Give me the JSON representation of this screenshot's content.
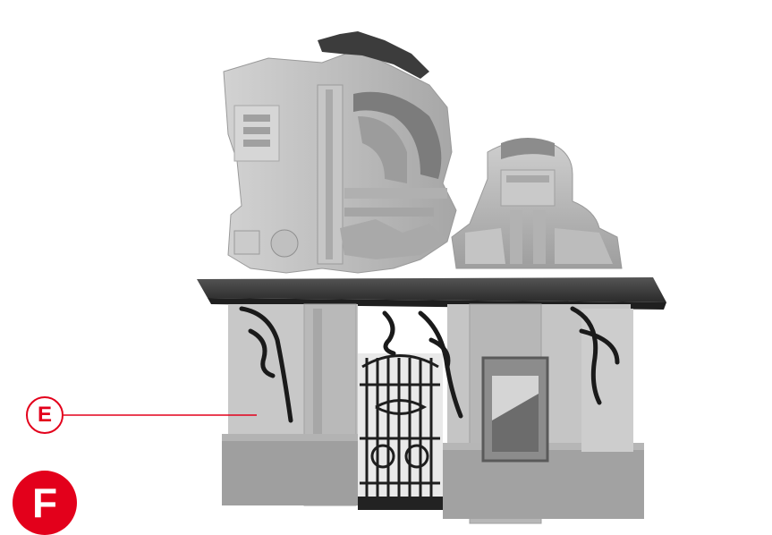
{
  "callouts": {
    "e": {
      "label": "E",
      "color": "#e3001b"
    },
    "f": {
      "label": "F",
      "color": "#e3001b"
    }
  },
  "illustration": {
    "subject": "ornate-stone-gateway-with-iron-gate",
    "palette": {
      "stone": "#b9b9b9",
      "stone_dark": "#8a8a8a",
      "iron": "#1e1e1e",
      "roof": "#3a3a3a"
    }
  }
}
